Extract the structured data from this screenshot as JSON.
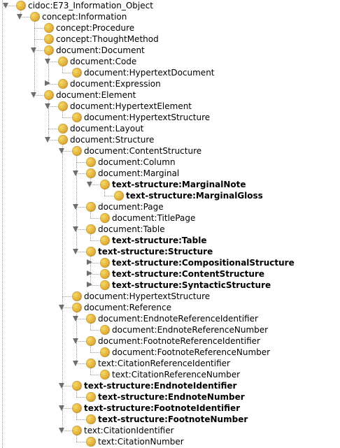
{
  "tree": [
    {
      "label": "cidoc:E73_Information_Object",
      "depth": 0,
      "toggle": "open",
      "bold": false
    },
    {
      "label": "concept:Information",
      "depth": 1,
      "toggle": "open",
      "bold": false
    },
    {
      "label": "concept:Procedure",
      "depth": 2,
      "toggle": "none",
      "bold": false
    },
    {
      "label": "concept:ThoughtMethod",
      "depth": 2,
      "toggle": "none",
      "bold": false
    },
    {
      "label": "document:Document",
      "depth": 2,
      "toggle": "open",
      "bold": false
    },
    {
      "label": "document:Code",
      "depth": 3,
      "toggle": "open",
      "bold": false
    },
    {
      "label": "document:HypertextDocument",
      "depth": 4,
      "toggle": "none",
      "bold": false
    },
    {
      "label": "document:Expression",
      "depth": 3,
      "toggle": "closed",
      "bold": false
    },
    {
      "label": "document:Element",
      "depth": 2,
      "toggle": "open",
      "bold": false
    },
    {
      "label": "document:HypertextElement",
      "depth": 3,
      "toggle": "open",
      "bold": false
    },
    {
      "label": "document:HypertextStructure",
      "depth": 4,
      "toggle": "none",
      "bold": false
    },
    {
      "label": "document:Layout",
      "depth": 3,
      "toggle": "none",
      "bold": false
    },
    {
      "label": "document:Structure",
      "depth": 3,
      "toggle": "open",
      "bold": false
    },
    {
      "label": "document:ContentStructure",
      "depth": 4,
      "toggle": "open",
      "bold": false
    },
    {
      "label": "document:Column",
      "depth": 5,
      "toggle": "none",
      "bold": false
    },
    {
      "label": "document:Marginal",
      "depth": 5,
      "toggle": "open",
      "bold": false
    },
    {
      "label": "text-structure:MarginalNote",
      "depth": 6,
      "toggle": "open",
      "bold": true
    },
    {
      "label": "text-structure:MarginalGloss",
      "depth": 7,
      "toggle": "none",
      "bold": true
    },
    {
      "label": "document:Page",
      "depth": 5,
      "toggle": "open",
      "bold": false
    },
    {
      "label": "document:TitlePage",
      "depth": 6,
      "toggle": "none",
      "bold": false
    },
    {
      "label": "document:Table",
      "depth": 5,
      "toggle": "open",
      "bold": false
    },
    {
      "label": "text-structure:Table",
      "depth": 6,
      "toggle": "none",
      "bold": true
    },
    {
      "label": "text-structure:Structure",
      "depth": 5,
      "toggle": "open",
      "bold": true
    },
    {
      "label": "text-structure:CompositionalStructure",
      "depth": 6,
      "toggle": "closed",
      "bold": true
    },
    {
      "label": "text-structure:ContentStructure",
      "depth": 6,
      "toggle": "closed",
      "bold": true
    },
    {
      "label": "text-structure:SyntacticStructure",
      "depth": 6,
      "toggle": "closed",
      "bold": true
    },
    {
      "label": "document:HypertextStructure",
      "depth": 4,
      "toggle": "none",
      "bold": false
    },
    {
      "label": "document:Reference",
      "depth": 4,
      "toggle": "open",
      "bold": false
    },
    {
      "label": "document:EndnoteReferenceIdentifier",
      "depth": 5,
      "toggle": "open",
      "bold": false
    },
    {
      "label": "document:EndnoteReferenceNumber",
      "depth": 6,
      "toggle": "none",
      "bold": false
    },
    {
      "label": "document:FootnoteReferenceIdentifier",
      "depth": 5,
      "toggle": "open",
      "bold": false
    },
    {
      "label": "document:FootnoteReferenceNumber",
      "depth": 6,
      "toggle": "none",
      "bold": false
    },
    {
      "label": "text:CitationReferenceIdentifier",
      "depth": 5,
      "toggle": "open",
      "bold": false
    },
    {
      "label": "text:CitationReferenceNumber",
      "depth": 6,
      "toggle": "none",
      "bold": false
    },
    {
      "label": "text-structure:EndnoteIdentifier",
      "depth": 4,
      "toggle": "open",
      "bold": true
    },
    {
      "label": "text-structure:EndnoteNumber",
      "depth": 5,
      "toggle": "none",
      "bold": true
    },
    {
      "label": "text-structure:FootnoteIdentifier",
      "depth": 4,
      "toggle": "open",
      "bold": true
    },
    {
      "label": "text-structure:FootnoteNumber",
      "depth": 5,
      "toggle": "none",
      "bold": true
    },
    {
      "label": "text:CitationIdentifier",
      "depth": 4,
      "toggle": "open",
      "bold": false
    },
    {
      "label": "text:CitationNumber",
      "depth": 5,
      "toggle": "none",
      "bold": false
    }
  ],
  "colors": {
    "node_dot": "#e0b03c",
    "toggle_arrow": "#6e6e6e",
    "connector": "#9a9a9a"
  },
  "icons": {
    "node": "class-node-icon",
    "expanded": "expanded-toggle-icon",
    "collapsed": "collapsed-toggle-icon"
  }
}
